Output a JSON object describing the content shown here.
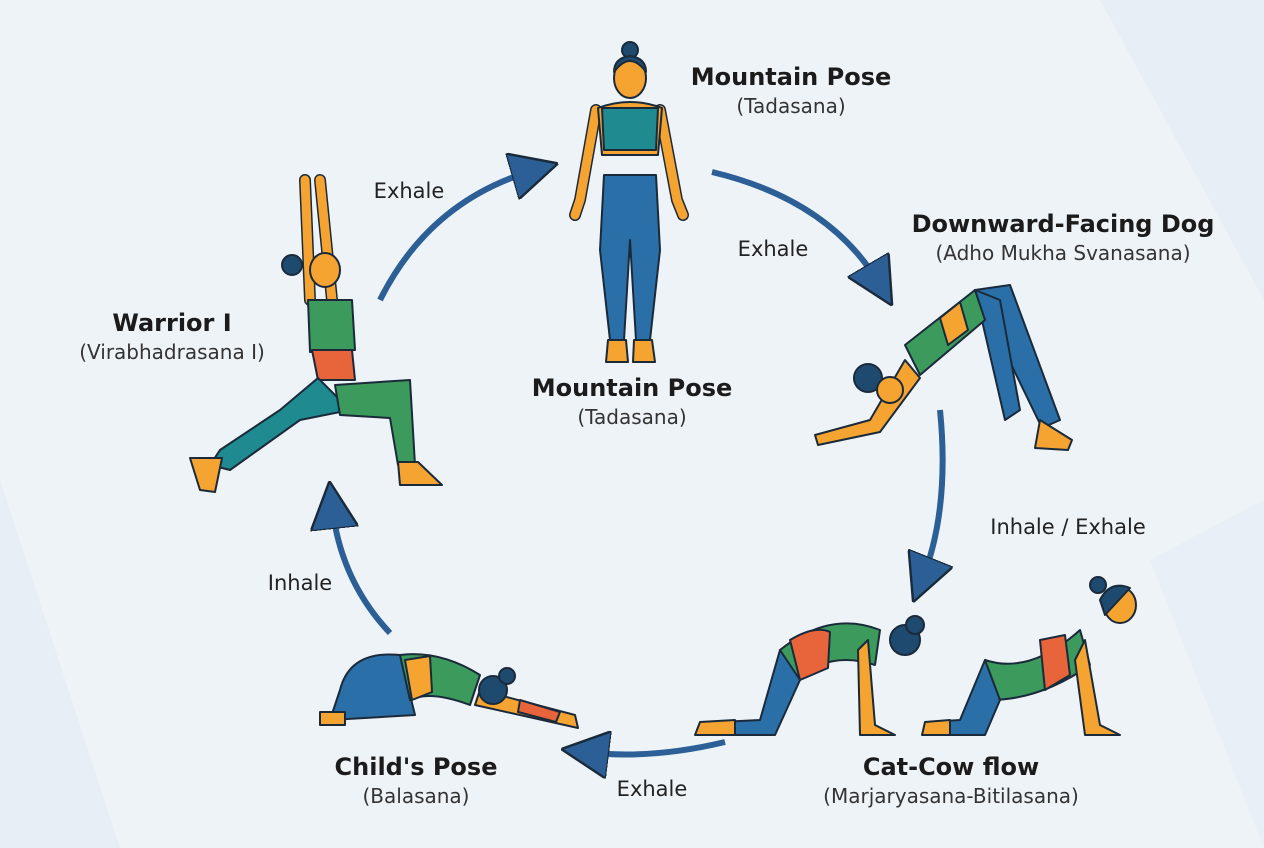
{
  "poses": {
    "mountain_top": {
      "title": "Mountain Pose",
      "subtitle": "(Tadasana)"
    },
    "mountain_center": {
      "title": "Mountain Pose",
      "subtitle": "(Tadasana)"
    },
    "downward_dog": {
      "title": "Downward-Facing Dog",
      "subtitle": "(Adho Mukha Svanasana)"
    },
    "cat_cow": {
      "title": "Cat-Cow flow",
      "subtitle": "(Marjaryasana-Bitilasana)"
    },
    "child": {
      "title": "Child's Pose",
      "subtitle": "(Balasana)"
    },
    "warrior": {
      "title": "Warrior I",
      "subtitle": "(Virabhadrasana I)"
    }
  },
  "breaths": {
    "warrior_to_mountain": "Exhale",
    "mountain_to_dog": "Exhale",
    "dog_to_catcow": "Inhale / Exhale",
    "catcow_to_child": "Exhale",
    "child_to_warrior": "Inhale"
  },
  "colors": {
    "arrow": "#2c5f95",
    "skin": "#f5a431",
    "top": "#1f8a8f",
    "pants": "#2a6fa8",
    "green": "#3c9a5c",
    "accent": "#e8643a",
    "hair": "#1f4a70"
  }
}
